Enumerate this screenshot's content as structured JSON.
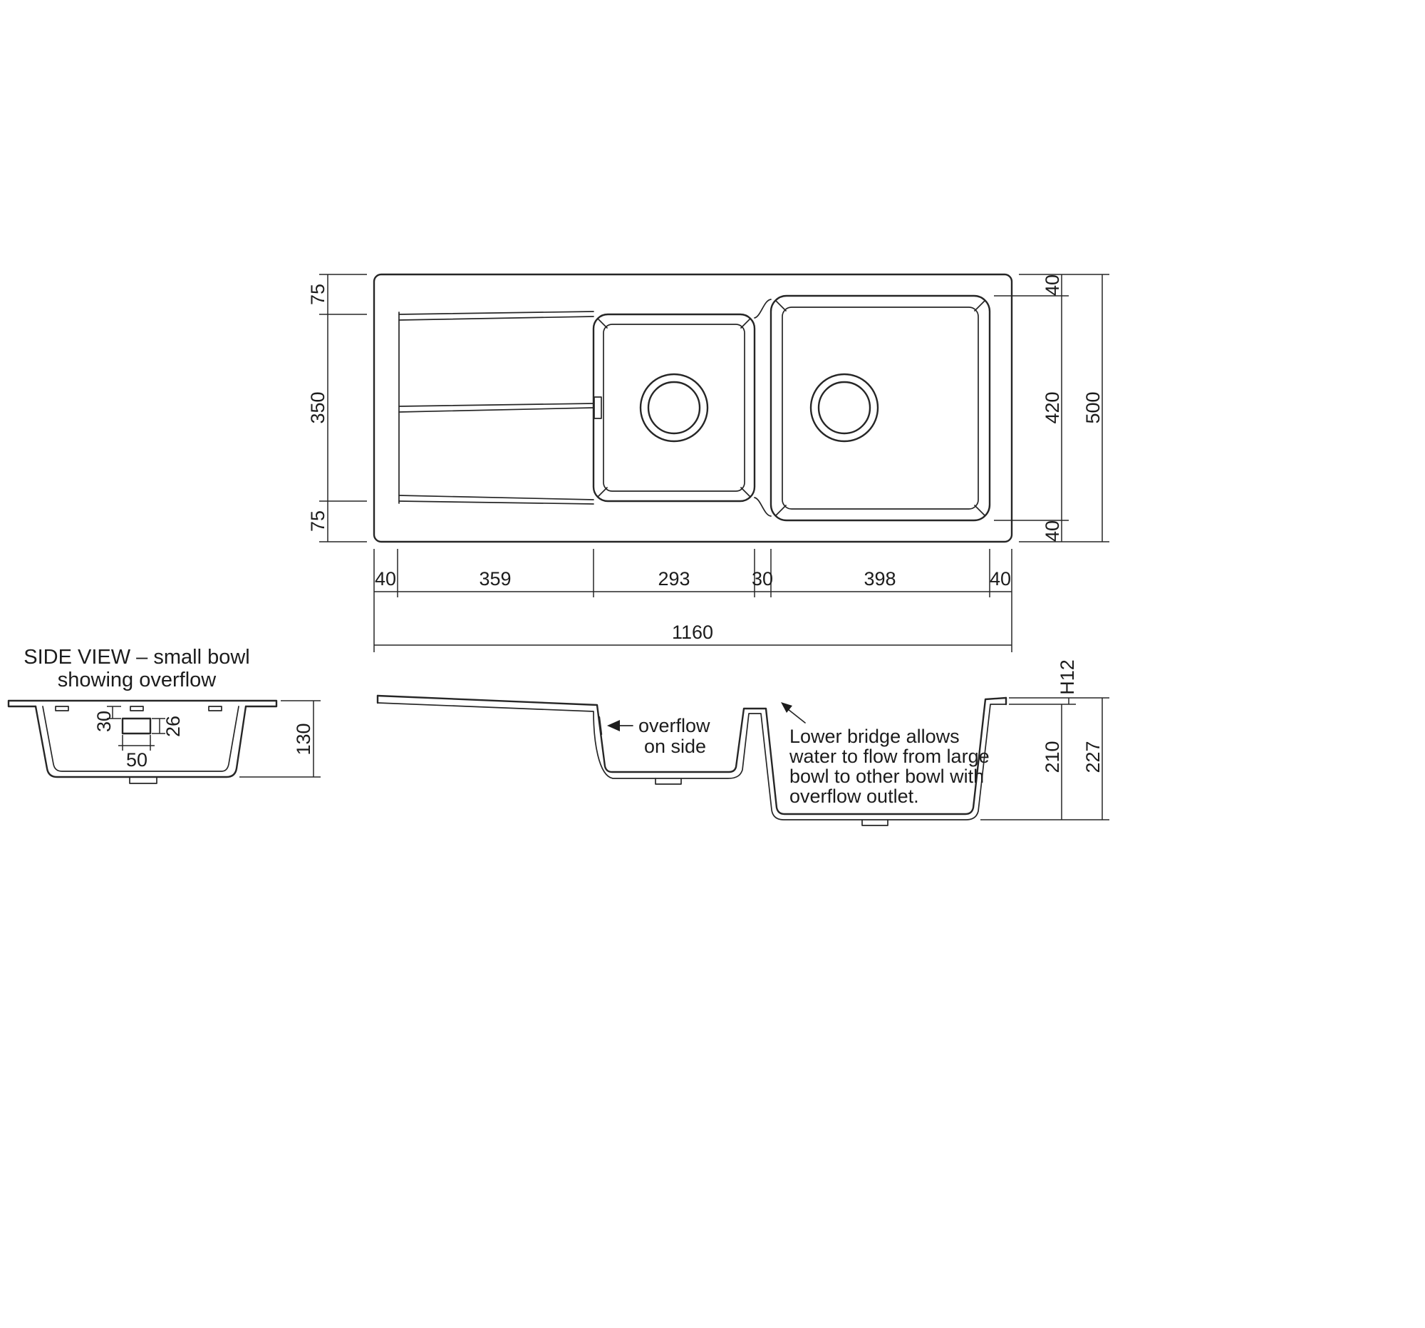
{
  "top_view": {
    "dim_left_top": "75",
    "dim_left_mid": "350",
    "dim_left_bot": "75",
    "dim_right_top": "40",
    "dim_right_mid": "420",
    "dim_right_bot": "40",
    "dim_right_overall": "500",
    "dim_bot_1": "40",
    "dim_bot_2": "359",
    "dim_bot_3": "293",
    "dim_bot_4": "30",
    "dim_bot_5": "398",
    "dim_bot_6": "40",
    "dim_bot_overall": "1160"
  },
  "side_view": {
    "title_1": "SIDE VIEW – small bowl",
    "title_2": "showing overflow",
    "dim_overflow_offset": "30",
    "dim_overflow_height": "26",
    "dim_overflow_width": "50",
    "dim_bowl_depth": "130"
  },
  "section_view": {
    "dim_rim_height": "H12",
    "dim_large_bowl_depth": "210",
    "dim_overall_depth": "227",
    "overflow_note_1": "overflow",
    "overflow_note_2": "on side",
    "bridge_note_1": "Lower bridge allows",
    "bridge_note_2": "water to flow from large",
    "bridge_note_3": "bowl to other bowl with",
    "bridge_note_4": "overflow outlet."
  }
}
